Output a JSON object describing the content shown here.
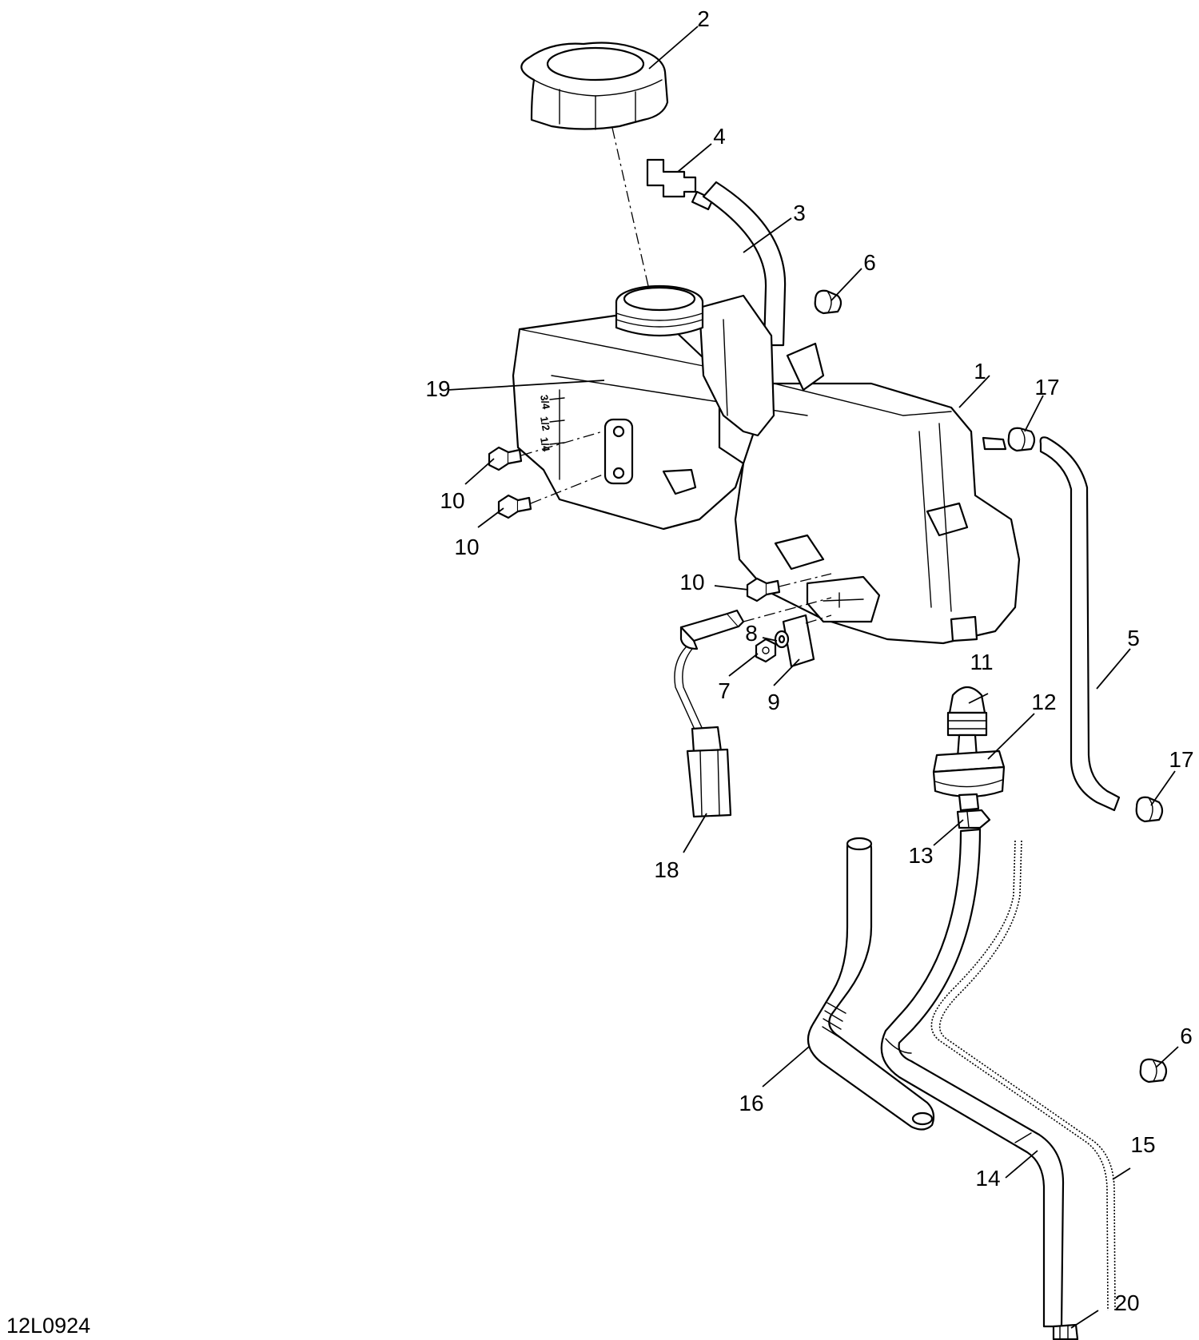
{
  "drawing_id": "12L0924",
  "callouts": [
    "1",
    "2",
    "3",
    "4",
    "5",
    "6",
    "6",
    "7",
    "8",
    "9",
    "10",
    "10",
    "10",
    "11",
    "12",
    "13",
    "14",
    "15",
    "16",
    "17",
    "17",
    "18",
    "19",
    "20"
  ],
  "gauge_marks": [
    "3/4",
    "1/2",
    "1/4"
  ]
}
